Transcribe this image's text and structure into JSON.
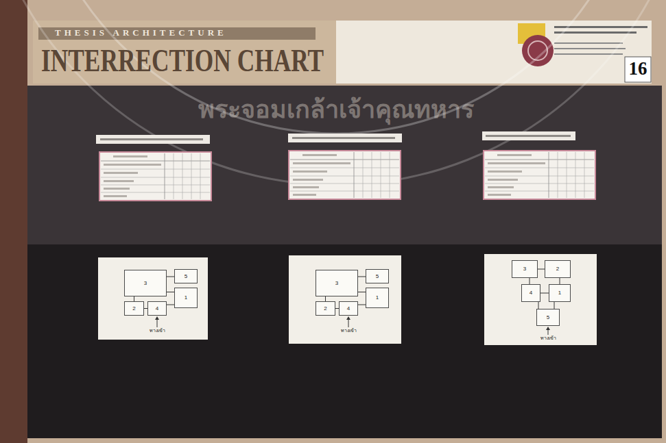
{
  "diagram": {
    "title": "INTERRECTION CHART",
    "nodes": [
      {
        "text": [
          "3"
        ]
      },
      {
        "text": [
          "5"
        ]
      },
      {
        "text": [
          "1"
        ]
      },
      {
        "text": [
          "2"
        ]
      },
      {
        "text": [
          "4"
        ]
      },
      {
        "text": [
          "3"
        ]
      },
      {
        "text": [
          "5"
        ]
      },
      {
        "text": [
          "1"
        ]
      },
      {
        "text": [
          "2"
        ]
      },
      {
        "text": [
          "4"
        ]
      },
      {
        "text": [
          "3"
        ]
      },
      {
        "text": [
          "2"
        ]
      },
      {
        "text": [
          "4"
        ]
      },
      {
        "text": [
          "1"
        ]
      },
      {
        "text": [
          "5"
        ]
      }
    ],
    "edges": [
      {
        "from": 0,
        "to": 1,
        "arrow": "none"
      },
      {
        "from": 0,
        "to": 2,
        "arrow": "none"
      },
      {
        "from": 4,
        "to": 2,
        "arrow": "none"
      },
      {
        "from": 0,
        "to": 3,
        "arrow": "none"
      },
      {
        "from": 3,
        "to": 4,
        "arrow": "none"
      },
      {
        "from": 5,
        "to": 6,
        "arrow": "none"
      },
      {
        "from": 5,
        "to": 7,
        "arrow": "none"
      },
      {
        "from": 9,
        "to": 7,
        "arrow": "none"
      },
      {
        "from": 5,
        "to": 8,
        "arrow": "none"
      },
      {
        "from": 8,
        "to": 9,
        "arrow": "none"
      },
      {
        "from": 10,
        "to": 11,
        "arrow": "none"
      },
      {
        "from": 10,
        "to": 12,
        "arrow": "none"
      },
      {
        "from": 11,
        "to": 13,
        "arrow": "none"
      },
      {
        "from": 12,
        "to": 13,
        "arrow": "none"
      },
      {
        "from": 12,
        "to": 14,
        "arrow": "none"
      },
      {
        "from": 13,
        "to": 14,
        "arrow": "none"
      }
    ],
    "labels": [
      "THESIS ARCHITECTURE",
      "16",
      "พระจอมเกล้าเจ้าคุณทหาร",
      "ทางเข้า",
      "ทางเข้า",
      "ทางเข้า"
    ]
  }
}
